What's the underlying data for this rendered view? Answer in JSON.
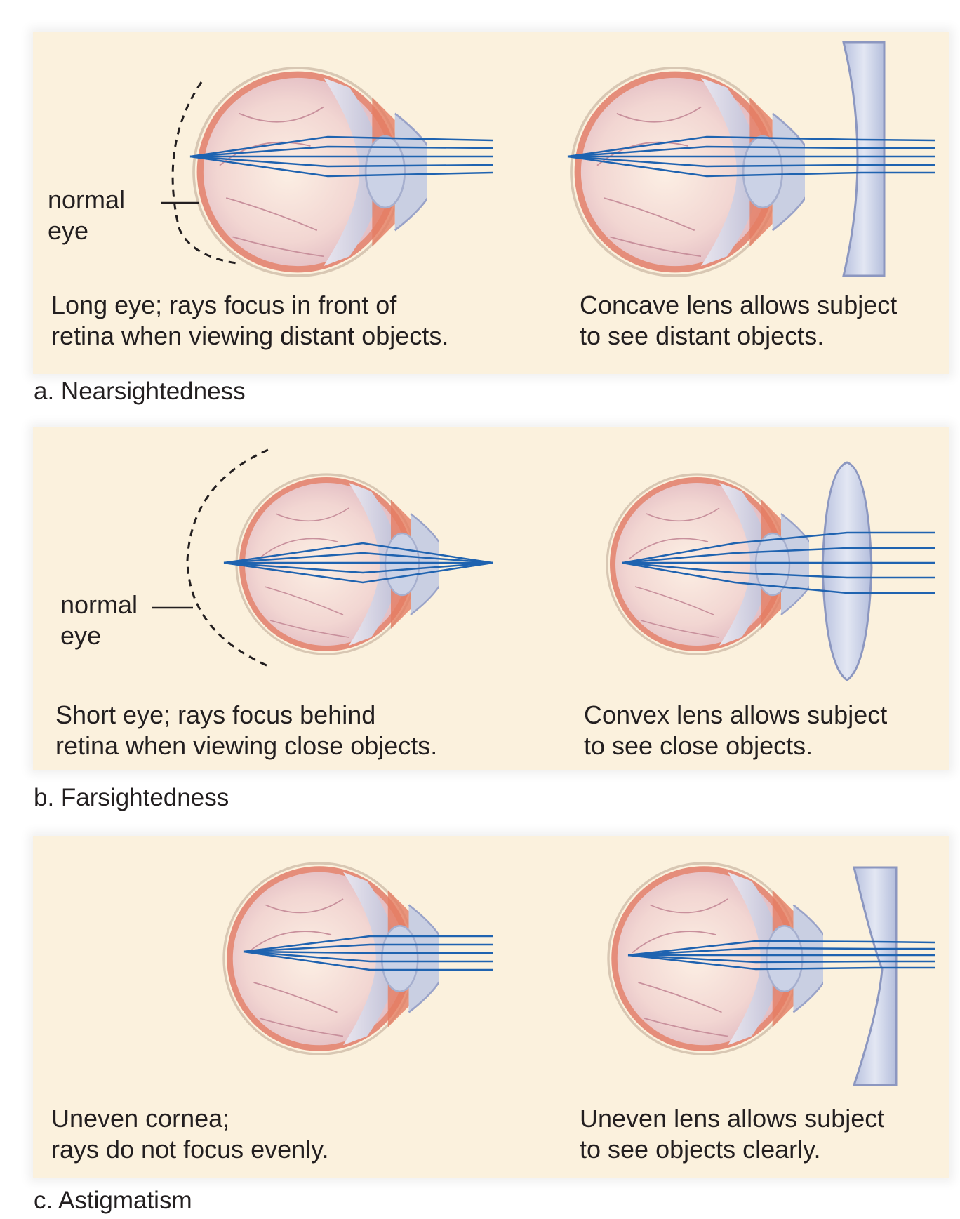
{
  "panels": [
    {
      "label": "a. Nearsightedness",
      "normal_eye": [
        "normal",
        "eye"
      ],
      "left_caption": [
        "Long eye; rays focus in front of",
        "retina when viewing distant objects."
      ],
      "right_caption": [
        "Concave lens allows subject",
        "to see distant objects."
      ]
    },
    {
      "label": "b. Farsightedness",
      "normal_eye": [
        "normal",
        "eye"
      ],
      "left_caption": [
        "Short eye; rays focus behind",
        "retina when viewing close objects."
      ],
      "right_caption": [
        "Convex lens allows subject",
        "to see close objects."
      ]
    },
    {
      "label": "c. Astigmatism",
      "left_caption": [
        "Uneven cornea;",
        "rays do not focus evenly."
      ],
      "right_caption": [
        "Uneven lens allows subject",
        "to see objects clearly."
      ]
    }
  ],
  "colors": {
    "panel_bg": "#fbf1dd",
    "ray": "#1f63b0",
    "eyeball": "#f3d7d3",
    "sclera_rim": "#e8907a",
    "iris": "#c9cfe2",
    "lens_glass": "#cfd6ea"
  }
}
